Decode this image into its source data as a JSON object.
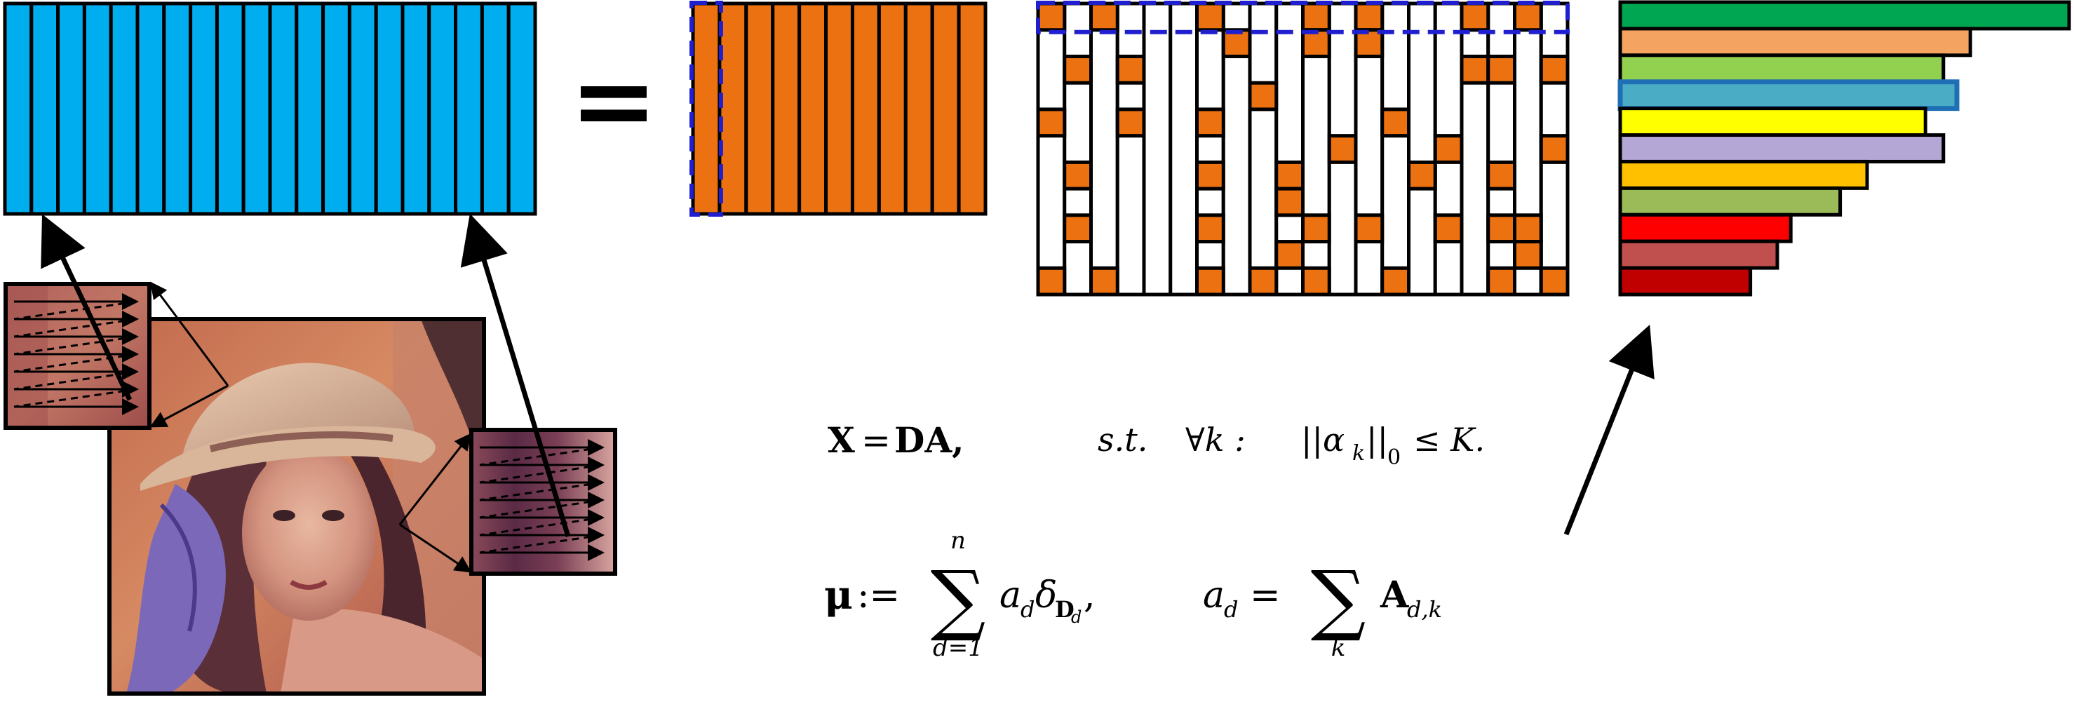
{
  "equations": {
    "eq1": {
      "lhs": "X",
      "eq": "=",
      "rhs": "DA,",
      "st": "s.t.",
      "forall": "∀k :",
      "norm_open": "||α",
      "norm_sub": "k",
      "norm_close": "||",
      "norm_zero": "0",
      "le": "≤ K."
    },
    "eq2": {
      "mu": "μ",
      "assign": ":=",
      "sum": "∑",
      "sum_top": "n",
      "sum_bottom": "d=1",
      "a": "a",
      "a_sub": "d",
      "delta": "δ",
      "delta_sub": "D",
      "delta_subsub": "d",
      "comma": ",",
      "ad": "a",
      "ad_sub": "d",
      "eq": "=",
      "sum2": "∑",
      "sum2_bottom": "k",
      "A": "A",
      "A_sub": "d,k"
    },
    "equals_sign": "="
  },
  "colors": {
    "blue_matrix": "#00aeef",
    "orange_matrix": "#ec7211",
    "dashed_blue": "#1f1fd0",
    "outline": "#000000"
  },
  "sparse_pattern": [
    [
      1,
      0,
      1,
      0,
      0,
      0,
      1,
      0,
      0,
      0,
      1,
      0,
      1,
      0,
      0,
      0,
      1,
      0,
      1,
      0
    ],
    [
      0,
      0,
      0,
      0,
      0,
      0,
      0,
      1,
      0,
      0,
      1,
      0,
      1,
      0,
      0,
      0,
      0,
      0,
      0,
      0
    ],
    [
      0,
      1,
      0,
      1,
      0,
      0,
      0,
      0,
      0,
      0,
      0,
      0,
      0,
      0,
      0,
      0,
      1,
      1,
      0,
      1
    ],
    [
      0,
      0,
      0,
      0,
      0,
      0,
      0,
      0,
      1,
      0,
      0,
      0,
      0,
      0,
      0,
      0,
      0,
      0,
      0,
      0
    ],
    [
      1,
      0,
      0,
      1,
      0,
      0,
      1,
      0,
      0,
      0,
      0,
      0,
      0,
      1,
      0,
      0,
      0,
      0,
      0,
      0
    ],
    [
      0,
      0,
      0,
      0,
      0,
      0,
      0,
      0,
      0,
      0,
      0,
      1,
      0,
      0,
      0,
      1,
      0,
      0,
      0,
      1
    ],
    [
      0,
      1,
      0,
      0,
      0,
      0,
      1,
      0,
      0,
      1,
      0,
      0,
      0,
      0,
      1,
      0,
      0,
      1,
      0,
      0
    ],
    [
      0,
      0,
      0,
      0,
      0,
      0,
      0,
      0,
      0,
      1,
      0,
      0,
      0,
      0,
      0,
      0,
      0,
      0,
      0,
      0
    ],
    [
      0,
      1,
      0,
      0,
      0,
      0,
      1,
      0,
      0,
      0,
      1,
      0,
      1,
      0,
      0,
      1,
      0,
      1,
      1,
      0
    ],
    [
      0,
      0,
      0,
      0,
      0,
      0,
      0,
      0,
      0,
      1,
      0,
      0,
      0,
      0,
      0,
      0,
      0,
      0,
      1,
      0
    ],
    [
      1,
      0,
      1,
      0,
      0,
      0,
      1,
      0,
      1,
      0,
      1,
      0,
      0,
      1,
      0,
      0,
      0,
      1,
      0,
      1
    ]
  ],
  "histogram": {
    "highlighted_index": 3,
    "bars": [
      {
        "value": 1.0,
        "color": "#00a651"
      },
      {
        "value": 0.78,
        "color": "#f4a460"
      },
      {
        "value": 0.72,
        "color": "#92d050"
      },
      {
        "value": 0.75,
        "color": "#4bacc6"
      },
      {
        "value": 0.68,
        "color": "#ffff00"
      },
      {
        "value": 0.72,
        "color": "#b4a7d6"
      },
      {
        "value": 0.55,
        "color": "#ffc000"
      },
      {
        "value": 0.49,
        "color": "#9bbb59"
      },
      {
        "value": 0.38,
        "color": "#ff0000"
      },
      {
        "value": 0.35,
        "color": "#c0504d"
      },
      {
        "value": 0.29,
        "color": "#c00000"
      }
    ]
  }
}
